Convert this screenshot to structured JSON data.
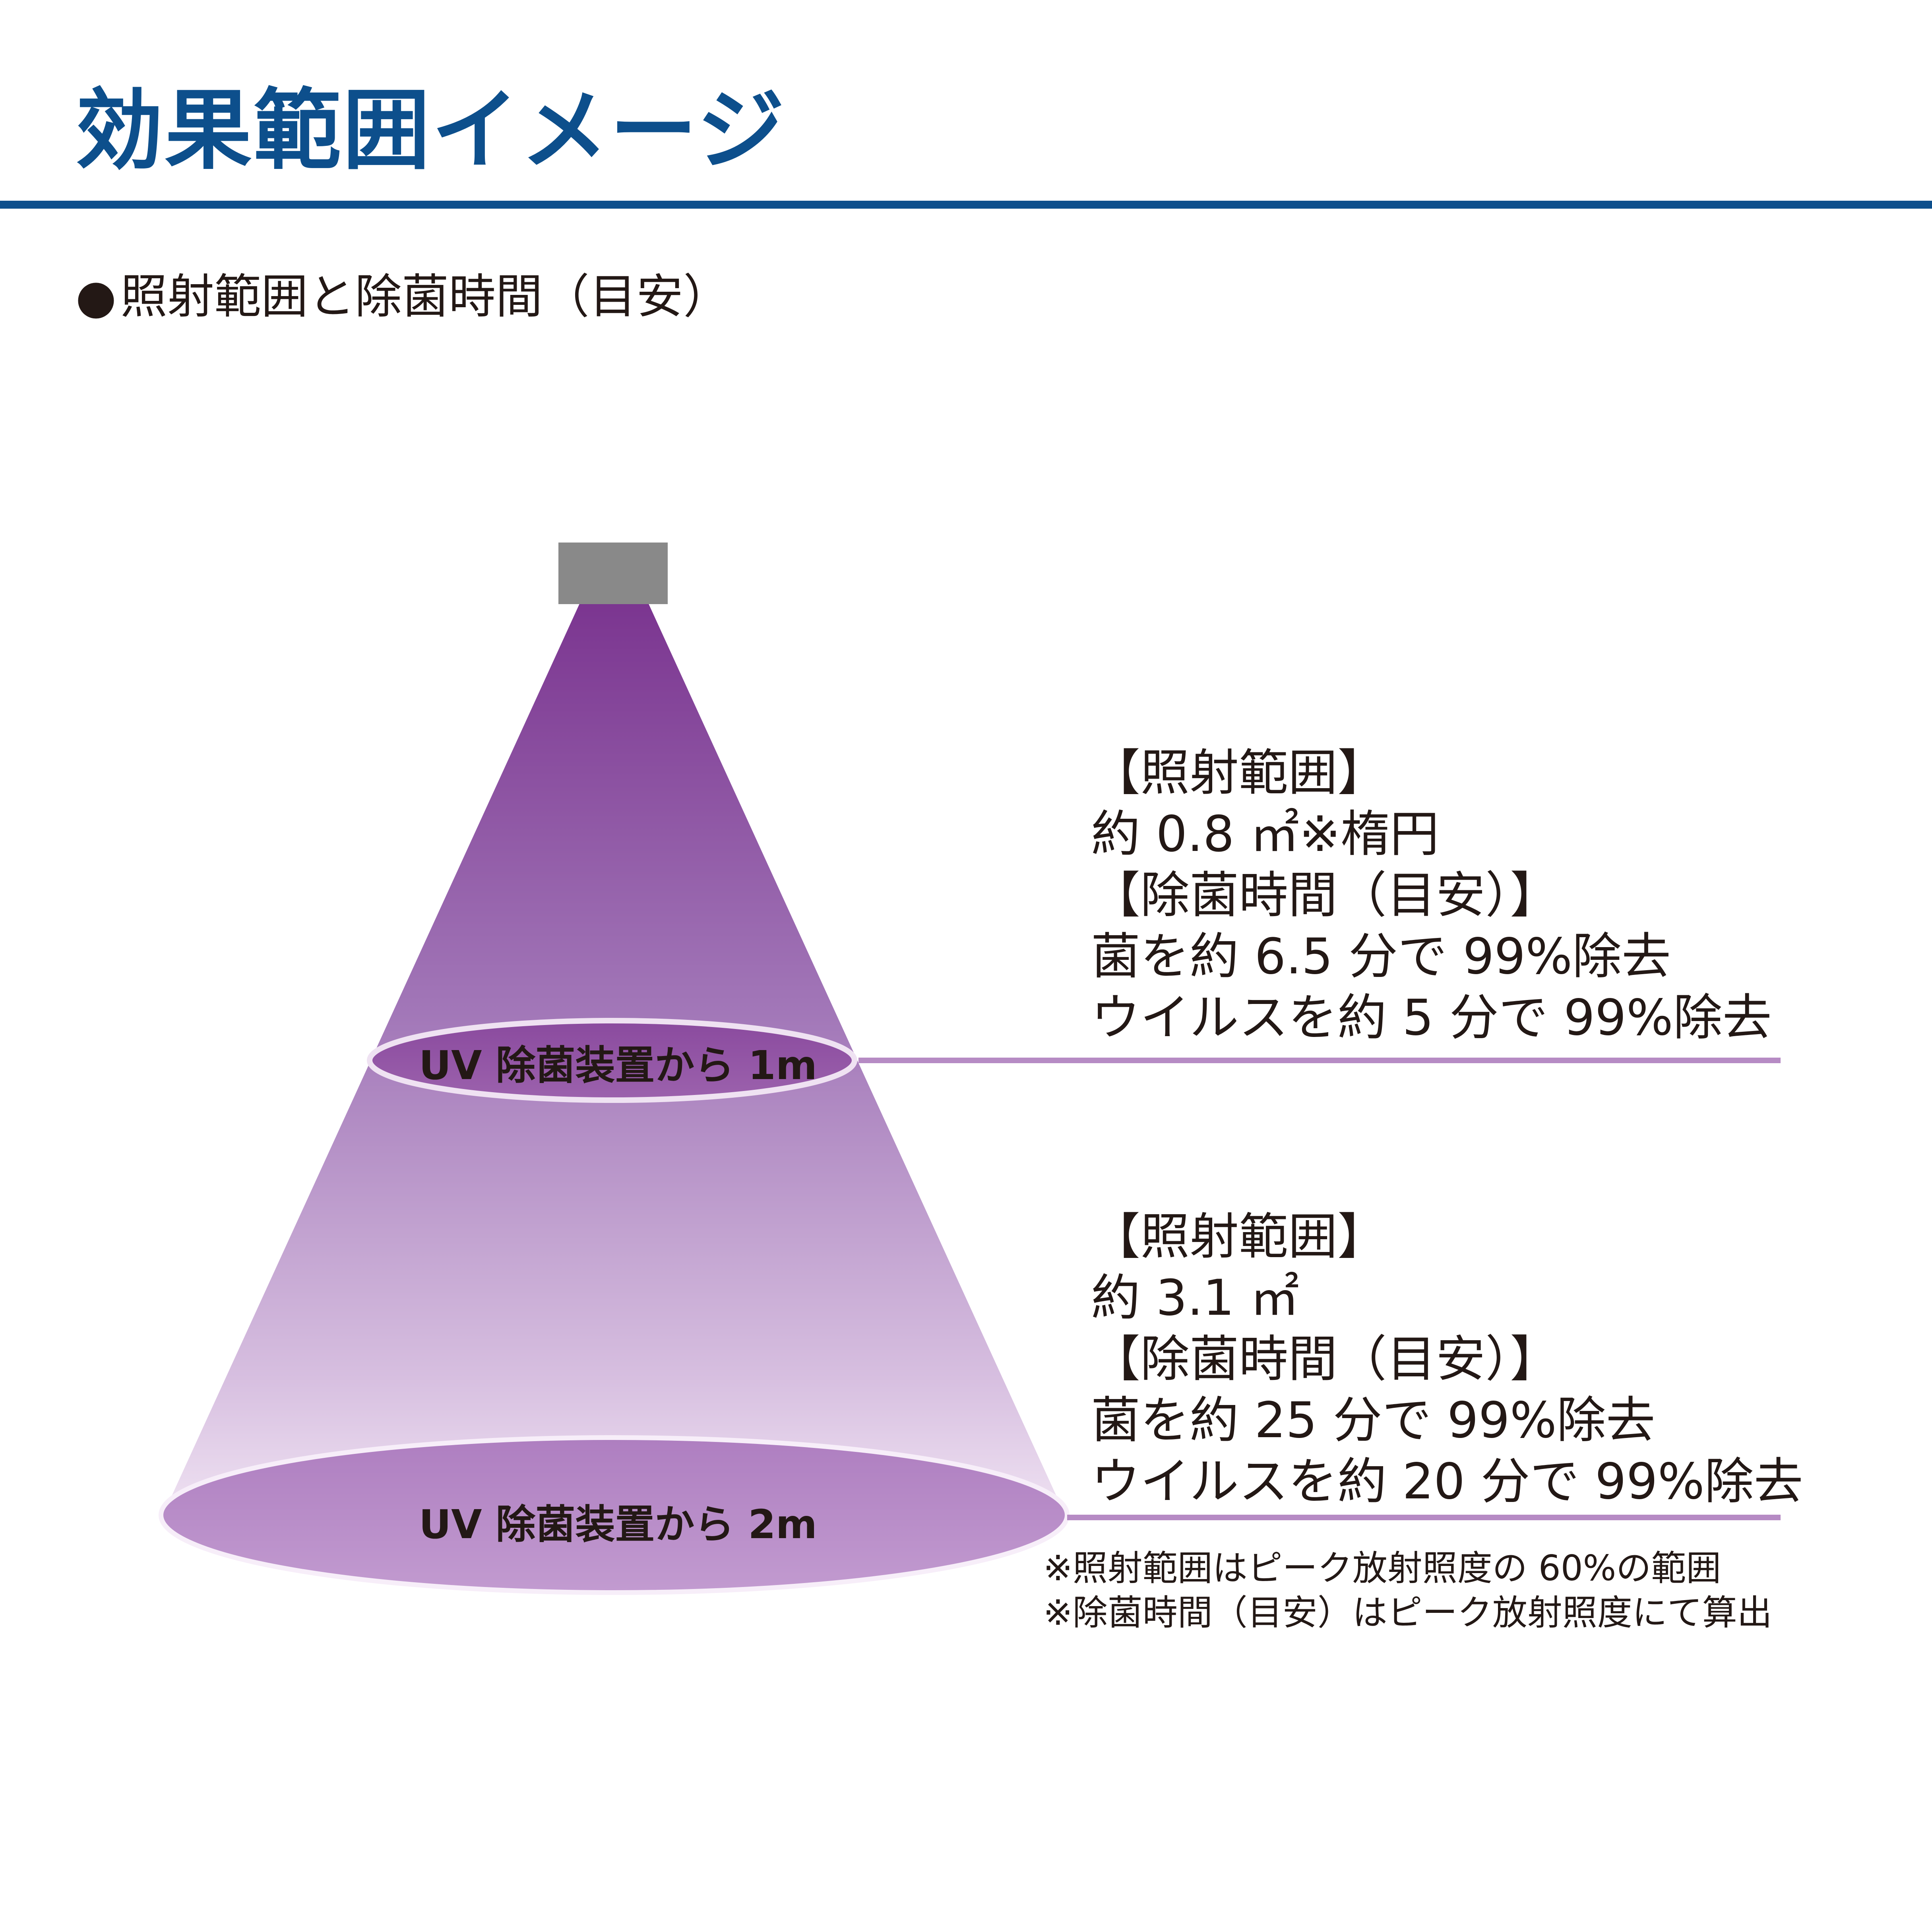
{
  "title": "効果範囲イメージ",
  "subtitle": {
    "bullet": "●",
    "text": "照射範囲と除菌時間（目安）"
  },
  "colors": {
    "title": "#0d4f8c",
    "rule": "#0d4f8c",
    "device": "#898989",
    "beam_top": "#7b3590",
    "beam_bottom": "#efe2f2",
    "leader_line": "#b68bc4",
    "text": "#231815"
  },
  "icons": {
    "device": "uv-lamp-icon",
    "bullet": "black-circle-icon"
  },
  "levels": [
    {
      "label": "UV 除菌装置から 1m",
      "info": [
        "【照射範囲】",
        "約 0.8 ㎡※楕円",
        "【除菌時間（目安）】",
        "菌を約 6.5 分で 99%除去",
        "ウイルスを約 5 分で 99%除去"
      ]
    },
    {
      "label": "UV 除菌装置から 2m",
      "info": [
        "【照射範囲】",
        "約 3.1 ㎡",
        "【除菌時間（目安）】",
        "菌を約 25 分で 99%除去",
        "ウイルスを約 20 分で 99%除去"
      ]
    }
  ],
  "notes": [
    "※照射範囲はピーク放射照度の 60%の範囲",
    "※除菌時間（目安）はピーク放射照度にて算出"
  ]
}
